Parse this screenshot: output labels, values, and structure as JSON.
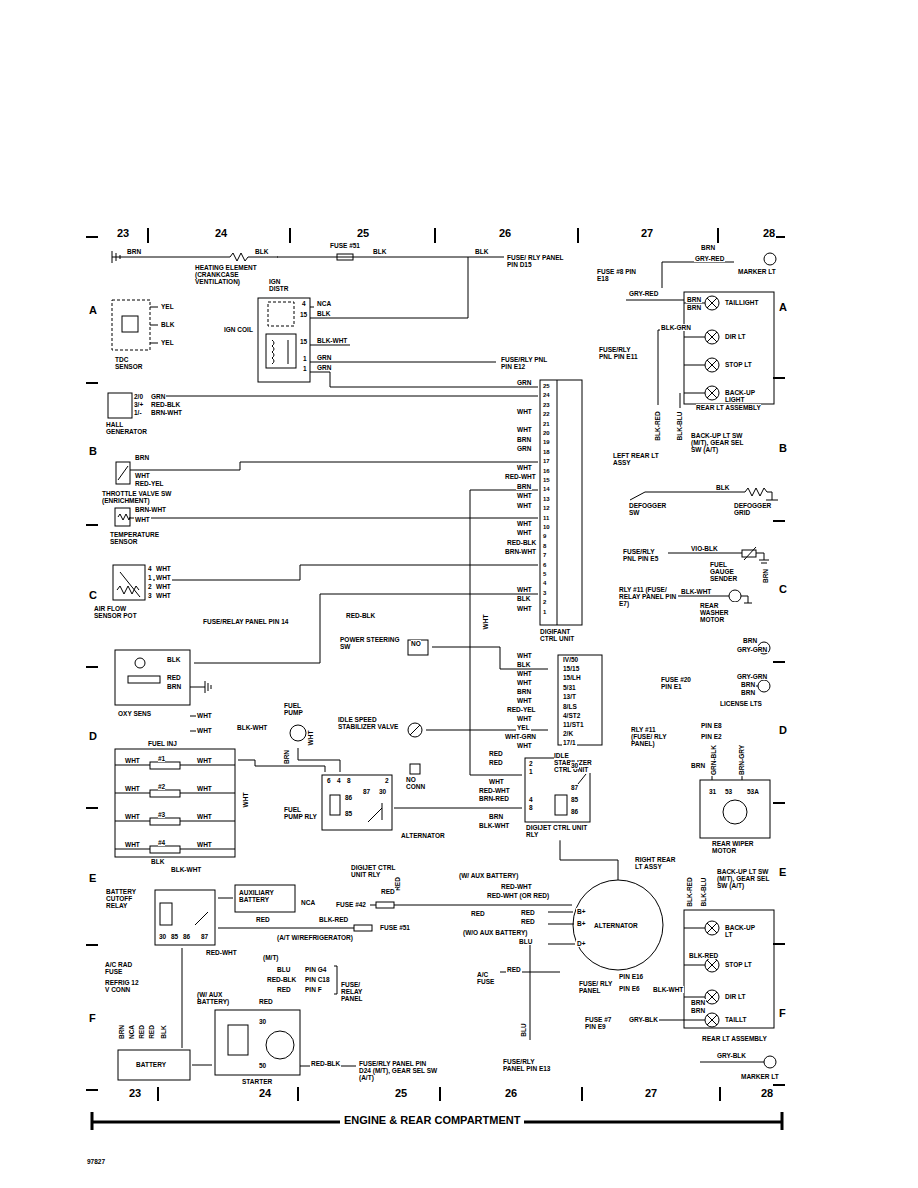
{
  "diagram": {
    "caption": "ENGINE & REAR COMPARTMENT",
    "nodes": [
      {
        "text": [
          "HEATING ELEMENT (CRANKCASE VENTILATION)"
        ]
      },
      {
        "text": [
          "FUSE #51"
        ]
      },
      {
        "text": [
          "TDC SENSOR"
        ]
      },
      {
        "text": [
          "IGN COIL"
        ]
      },
      {
        "text": [
          "MARKER LT"
        ]
      },
      {
        "text": [
          "REAR LT ASSEMBLY"
        ]
      },
      {
        "text": [
          "HALL GENERATOR"
        ]
      },
      {
        "text": [
          "THROTTLE VALVE SW (ENRICHMENT)"
        ]
      },
      {
        "text": [
          "TEMPERATURE SENSOR"
        ]
      },
      {
        "text": [
          "AIR FLOW SENSOR POT"
        ]
      },
      {
        "text": [
          "DIGIFANT CTRL UNIT"
        ]
      },
      {
        "text": [
          "DEFOGGER GRID"
        ]
      },
      {
        "text": [
          "FUEL GAUGE SENDER"
        ]
      },
      {
        "text": [
          "REAR WASHER MOTOR"
        ]
      },
      {
        "text": [
          "POWER STEERING SW",
          "NO"
        ]
      },
      {
        "text": [
          "IDLE STABILIZER CTRL UNIT"
        ]
      },
      {
        "text": [
          "OXY SENS"
        ]
      },
      {
        "text": [
          "FUEL PUMP"
        ]
      },
      {
        "text": [
          "IDLE SPEED STABILIZER VALVE"
        ]
      },
      {
        "text": [
          "NO CONN"
        ]
      },
      {
        "text": [
          "LICENSE LTS"
        ]
      },
      {
        "text": [
          "FUEL INJ"
        ]
      },
      {
        "text": [
          "FUEL PUMP RLY"
        ]
      },
      {
        "text": [
          "DIGIJET CTRL UNIT RLY"
        ]
      },
      {
        "text": [
          "REAR WIPER MOTOR"
        ]
      },
      {
        "text": [
          "BATTERY CUTOFF RELAY"
        ]
      },
      {
        "text": [
          "AUXILIARY BATTERY"
        ]
      },
      {
        "text": [
          "ALTERNATOR"
        ]
      },
      {
        "text": [
          "REAR LT ASSEMBLY"
        ]
      },
      {
        "text": [
          "BATTERY"
        ]
      },
      {
        "text": [
          "STARTER"
        ]
      },
      {
        "text": [
          "FUSE #42"
        ]
      },
      {
        "text": [
          "FUSE #51"
        ]
      },
      {
        "text": [
          "#1"
        ],
        "in": 21
      },
      {
        "text": [
          "#2"
        ],
        "in": 21
      },
      {
        "text": [
          "#3"
        ],
        "in": 21
      },
      {
        "text": [
          "#4"
        ],
        "in": 21
      }
    ],
    "edges": [
      {
        "from": 0,
        "to": 1,
        "arrow": "none"
      },
      {
        "from": 1,
        "to": 3,
        "arrow": "none"
      },
      {
        "from": 3,
        "to": 10,
        "arrow": "none"
      },
      {
        "from": 6,
        "to": 10,
        "arrow": "none"
      },
      {
        "from": 7,
        "to": 10,
        "arrow": "none"
      },
      {
        "from": 8,
        "to": 10,
        "arrow": "none"
      },
      {
        "from": 9,
        "to": 10,
        "arrow": "none"
      },
      {
        "from": 16,
        "to": 10,
        "arrow": "none"
      },
      {
        "from": 14,
        "to": 15,
        "arrow": "none"
      },
      {
        "from": 18,
        "to": 15,
        "arrow": "none"
      },
      {
        "from": 17,
        "to": 22,
        "arrow": "none"
      },
      {
        "from": 21,
        "to": 22,
        "arrow": "none"
      },
      {
        "from": 10,
        "to": 23,
        "arrow": "none"
      },
      {
        "from": 22,
        "to": 23,
        "arrow": "none"
      },
      {
        "from": 23,
        "to": 27,
        "arrow": "none"
      },
      {
        "from": 31,
        "to": 27,
        "arrow": "none"
      },
      {
        "from": 25,
        "to": 32,
        "arrow": "none"
      },
      {
        "from": 26,
        "to": 25,
        "arrow": "none"
      },
      {
        "from": 25,
        "to": 29,
        "arrow": "none"
      },
      {
        "from": 29,
        "to": 30,
        "arrow": "none"
      },
      {
        "from": 4,
        "to": 5,
        "arrow": "none"
      }
    ],
    "labels": [
      "23",
      "24",
      "25",
      "26",
      "27",
      "28",
      "23",
      "24",
      "25",
      "26",
      "27",
      "28",
      "A",
      "B",
      "C",
      "D",
      "E",
      "F",
      "A",
      "B",
      "C",
      "D",
      "E",
      "F",
      "BRN",
      "BLK",
      "BLK",
      "BLK",
      "FUSE/ RLY PANEL PIN D15",
      "IGN DISTR",
      "YEL",
      "BLK",
      "YEL",
      "4",
      "NCA",
      "15",
      "BLK",
      "15",
      "BLK-WHT",
      "1",
      "GRN",
      "1",
      "GRN",
      "FUSE/RLY PNL PIN E12",
      "25",
      "24",
      "23",
      "22",
      "21",
      "20",
      "19",
      "18",
      "17",
      "16",
      "15",
      "14",
      "13",
      "12",
      "11",
      "10",
      "9",
      "8",
      "7",
      "6",
      "5",
      "4",
      "3",
      "2",
      "1",
      "GRN",
      "WHT",
      "WHT",
      "BRN",
      "GRN",
      "WHT",
      "RED-WHT",
      "BRN",
      "WHT",
      "WHT",
      "WHT",
      "WHT",
      "RED-BLK",
      "BRN-WHT",
      "WHT",
      "BLK",
      "WHT",
      "2/0",
      "GRN",
      "3/+",
      "RED-BLK",
      "1/-",
      "BRN-WHT",
      "BRN",
      "WHT",
      "RED-YEL",
      "BRN-WHT",
      "WHT",
      "4",
      "WHT",
      "1",
      "WHT",
      "2",
      "WHT",
      "3",
      "WHT",
      "FUSE/RELAY PANEL PIN 14",
      "RED-BLK",
      "BLK",
      "RED",
      "BRN",
      "WHT",
      "WHT",
      "WHT",
      "IV/50",
      "BLK",
      "WHT",
      "15/15",
      "WHT",
      "15/LH",
      "BRN",
      "5/31",
      "WHT",
      "13/T",
      "RED-YEL",
      "8/LS",
      "WHT",
      "4/ST2",
      "YEL",
      "11/ST1",
      "WHT-GRN",
      "2/K",
      "WHT",
      "17/1",
      "WHT",
      "BRN",
      "WHT",
      "BLK-WHT",
      "WHT",
      "WHT",
      "WHT",
      "WHT",
      "WHT",
      "WHT",
      "WHT",
      "WHT",
      "BLK",
      "BLK-WHT",
      "WHT",
      "6",
      "4",
      "8",
      "2",
      "86",
      "85",
      "87",
      "30",
      "RED",
      "RED",
      "WHT",
      "RED-WHT",
      "BRN-RED",
      "BRN",
      "BLK-WHT",
      "2",
      "1",
      "4",
      "8",
      "30",
      "87",
      "85",
      "86",
      "ALTERNATOR",
      "BRN",
      "GRY-RED",
      "FUSE #8 PIN E18",
      "GRY-RED",
      "BRN",
      "BRN",
      "TAILLIGHT",
      "BLK-GRN",
      "DIR LT",
      "FUSE/RLY PNL PIN E11",
      "STOP LT",
      "BACK-UP LIGHT",
      "BLK-RED",
      "BLK-BLU",
      "BACK-UP LT SW (M/T), GEAR SEL SW (A/T)",
      "LEFT REAR LT ASSY",
      "BLK",
      "DEFOGGER SW",
      "FUSE/RLY PNL PIN E5",
      "VIO-BLK",
      "BRN",
      "RLY #11 (FUSE/ RELAY PANEL PIN E7)",
      "BLK-WHT",
      "BRN",
      "GRY-GRN",
      "GRY-GRN",
      "BRN",
      "BRN",
      "FUSE #20 PIN E1",
      "RLY #11 (FUSE/ RLY PANEL)",
      "PIN E8",
      "PIN E2",
      "BRN",
      "GRN-BLK",
      "BRN-GRY",
      "31",
      "53",
      "53A",
      "RIGHT REAR LT ASSY",
      "BACK-UP LT SW (M/T), GEAR SEL SW (A/T)",
      "BLK-RED",
      "BLK-BLU",
      "BACK-UP LT",
      "BLK-RED",
      "STOP LT",
      "FUSE/ RLY PANEL",
      "PIN E16",
      "PIN E6",
      "BLK-WHT",
      "DIR LT",
      "BRN",
      "BRN",
      "TAILLT",
      "FUSE #7 PIN E9",
      "GRY-BLK",
      "GRY-BLK",
      "MARKER LT",
      "DIGIJET CTRL UNIT RLY",
      "(W/ AUX BATTERY)",
      "RED",
      "RED-WHT",
      "RED-WHT (OR RED)",
      "RED",
      "RED",
      "RED",
      "(W/O AUX BATTERY)",
      "BLU",
      "B+",
      "B+",
      "D+",
      "RED",
      "BLK-RED",
      "NCA",
      "RED",
      "(A/T W/REFRIGERATOR)",
      "RED-WHT",
      "(M/T)",
      "BLU",
      "PIN G4",
      "RED-BLK",
      "PIN C18",
      "RED",
      "PIN F",
      "FUSE/ RELAY PANEL",
      "A/C RAD FUSE",
      "REFRIG 12 V CONN",
      "(W/ AUX BATTERY)",
      "RED",
      "30",
      "85",
      "86",
      "87",
      "BRN",
      "NCA",
      "RED",
      "RED",
      "BLK",
      "30",
      "50",
      "RED-BLK",
      "FUSE/RLY PANEL PIN D24 (M/T), GEAR SEL SW (A/T)",
      "A/C FUSE",
      "RED",
      "BLU",
      "FUSE/RLY PANEL PIN E13",
      "97827"
    ]
  }
}
